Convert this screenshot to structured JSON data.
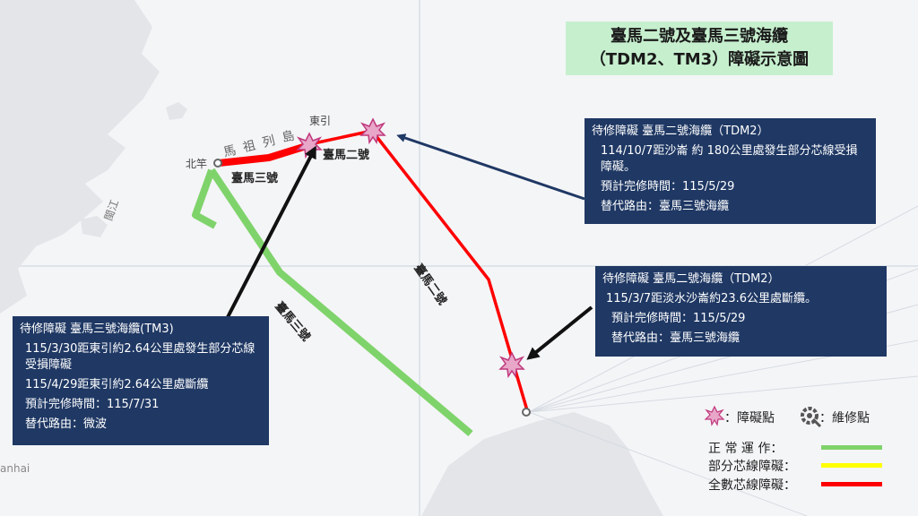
{
  "title": {
    "line1": "臺馬二號及臺馬三號海纜",
    "line2": "（TDM2、TM3）障礙示意圖"
  },
  "place_labels": {
    "matsu": "馬 祖 列 島",
    "beigan": "北竿",
    "dongyin": "東引",
    "minjiang": "閩江",
    "shanghai": "anhai"
  },
  "cable_labels": {
    "tm3_top": "臺馬三號",
    "tdm2_top": "臺馬二號",
    "tdm2_side": "臺馬二號",
    "tm3_side": "臺馬三號"
  },
  "boxes": {
    "tdm2_partial": {
      "header": "待修障礙 臺馬二號海纜（TDM2）",
      "detail": "114/10/7距沙崙 約 180公里處發生部分芯線受損障礙。",
      "eta": "預計完修時間：115/5/29",
      "route": "替代路由：臺馬三號海纜"
    },
    "tdm2_break": {
      "header": "待修障礙 臺馬二號海纜（TDM2）",
      "detail": "115/3/7距淡水沙崙約23.6公里處斷纜。",
      "eta": "預計完修時間：115/5/29",
      "route": "替代路由：臺馬三號海纜"
    },
    "tm3": {
      "header": "待修障礙 臺馬三號海纜(TM3)",
      "detail1": "115/3/30距東引約2.64公里處發生部分芯線受損障礙",
      "detail2": "115/4/29距東引約2.64公里處斷纜",
      "eta": "預計完修時間：115/7/31",
      "route": "替代路由：微波"
    }
  },
  "legend": {
    "fault_point": "：障礙點",
    "repair_point": "：維修點",
    "normal": "正 常 運 作：",
    "partial": "部分芯線障礙：",
    "full": "全數芯線障礙："
  },
  "colors": {
    "normal": "#7fd36b",
    "partial": "#ffff00",
    "full": "#ff0000",
    "box": "#1f3864",
    "title_bg": "#c6efce"
  }
}
